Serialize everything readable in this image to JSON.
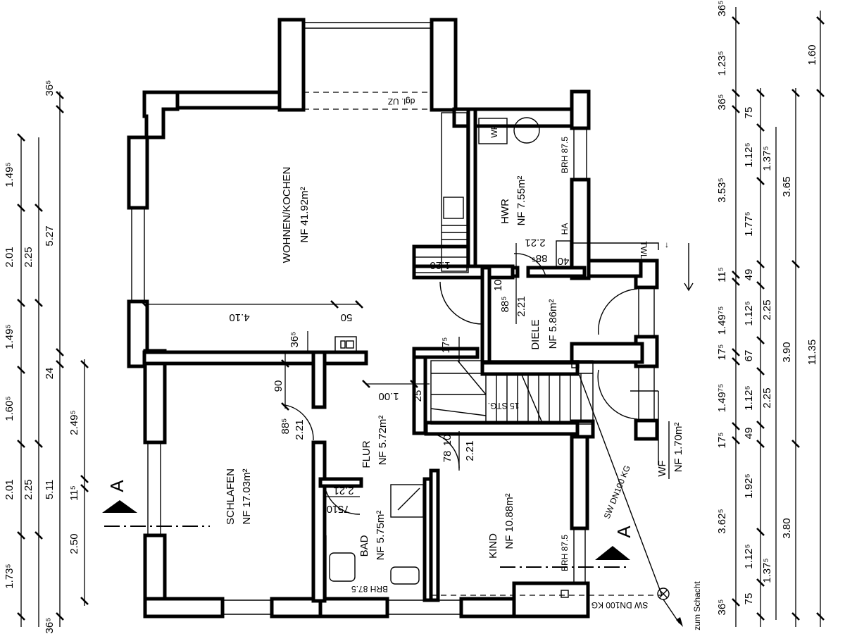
{
  "rooms": {
    "wohnen": {
      "name": "WOHNEN/KOCHEN",
      "area": "NF  41.92m²"
    },
    "hwr": {
      "name": "HWR",
      "area": "NF  7.55m²"
    },
    "diele": {
      "name": "DIELE",
      "area": "NF  5.86m²"
    },
    "schlafen": {
      "name": "SCHLAFEN",
      "area": "NF  17.03m²"
    },
    "flur": {
      "name": "FLUR",
      "area": "NF  5.72m²"
    },
    "bad": {
      "name": "BAD",
      "area": "NF  5.75m²"
    },
    "kind": {
      "name": "KIND",
      "area": "NF  10.88m²"
    },
    "wf": {
      "name": "WF",
      "area": "NF  1.70m²"
    }
  },
  "annotations": {
    "dgl_uz": "dgl. UZ",
    "wp": "WP",
    "brh_hwr": "BRH 87.5",
    "brh_kind": "BRH 87.5",
    "brh_bad": "BRH 87.5",
    "ha": "HA",
    "twl": "TWL",
    "stg": "15 STG.",
    "sw_dn100_kg_bottom": "SW DN100 KG",
    "sw_dn100_kg_diag": "SW DN100 KG",
    "zum_schacht": "zum Schacht",
    "section_a": "A"
  },
  "internal_dims": {
    "d_1_20": "1.20",
    "d_4_10": "4.10",
    "d_50": "50",
    "d_36_5": "36⁵",
    "d_90": "90",
    "d_88_5_s": "88⁵",
    "d_2_21_s": "2.21",
    "d_1_00": "1.00",
    "d_25": "25",
    "d_17_5": "17⁵",
    "d_88_5_d": "88⁵",
    "d_10_d": "10",
    "d_2_21_d": "2.21",
    "d_2_21_h": "2.21",
    "d_88_5_h": "88⁵",
    "d_40": "40",
    "d_78": "78",
    "d_10_k": "10",
    "d_2_21_k": "2.21",
    "d_2_21_b": "2.21",
    "d_75": "75",
    "d_10_b": "10"
  },
  "left_dims": {
    "outer": [
      "36⁵",
      "1.49⁵",
      "2.01",
      "1.49⁵",
      "1.60⁵",
      "2.01",
      "1.73⁵",
      "36⁵"
    ],
    "col2": [
      "2.25",
      "2.25",
      "2.50"
    ],
    "col3_top": "5.27",
    "col3_mid": "24",
    "col3_bottom": "5.11",
    "col4": [
      "2.49⁵",
      "11⁵"
    ]
  },
  "right_dims": {
    "col1": [
      "36⁵",
      "1.23⁵",
      "36⁵",
      "3.53⁵",
      "11⁵",
      "1.49⁷⁵",
      "17⁵",
      "1.49⁷⁵",
      "17⁵",
      "3.62⁵",
      "36⁵"
    ],
    "col2": [
      "75",
      "1.12⁵",
      "1.77⁵",
      "49",
      "1.12⁵",
      "67",
      "1.12⁵",
      "49",
      "1.92⁵",
      "1.12⁵",
      "75"
    ],
    "col3": [
      "1.37⁵",
      "2.25",
      "2.25",
      "1.37⁵"
    ],
    "col4": [
      "3.65",
      "3.90",
      "3.80"
    ],
    "col5": [
      "1.60",
      "11.35"
    ]
  }
}
